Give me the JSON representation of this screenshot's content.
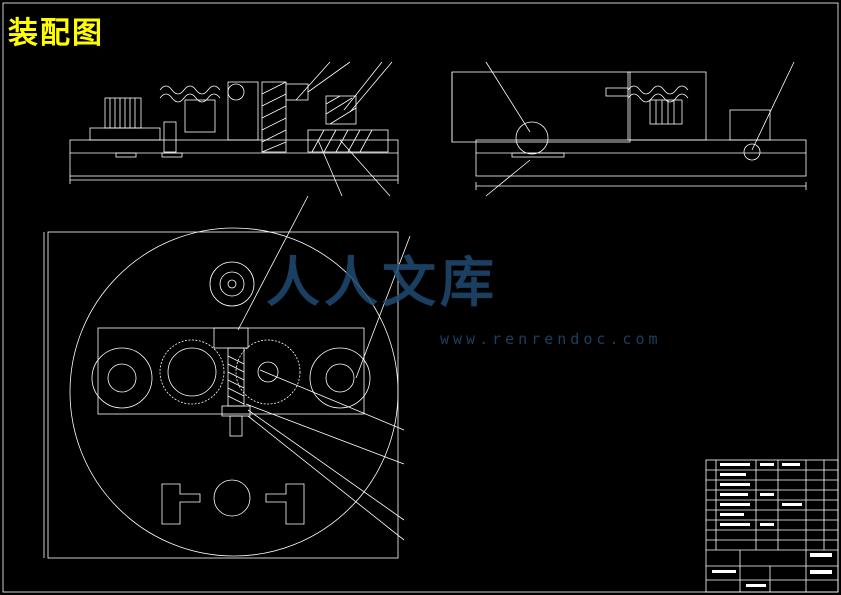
{
  "drawing": {
    "title": "装配图"
  },
  "watermark": {
    "text": "人人文库",
    "url": "www.renrendoc.com"
  },
  "colors": {
    "background": "#000000",
    "lines": "#ffffff",
    "title": "#ffff00",
    "watermark": "#1f4a72"
  }
}
